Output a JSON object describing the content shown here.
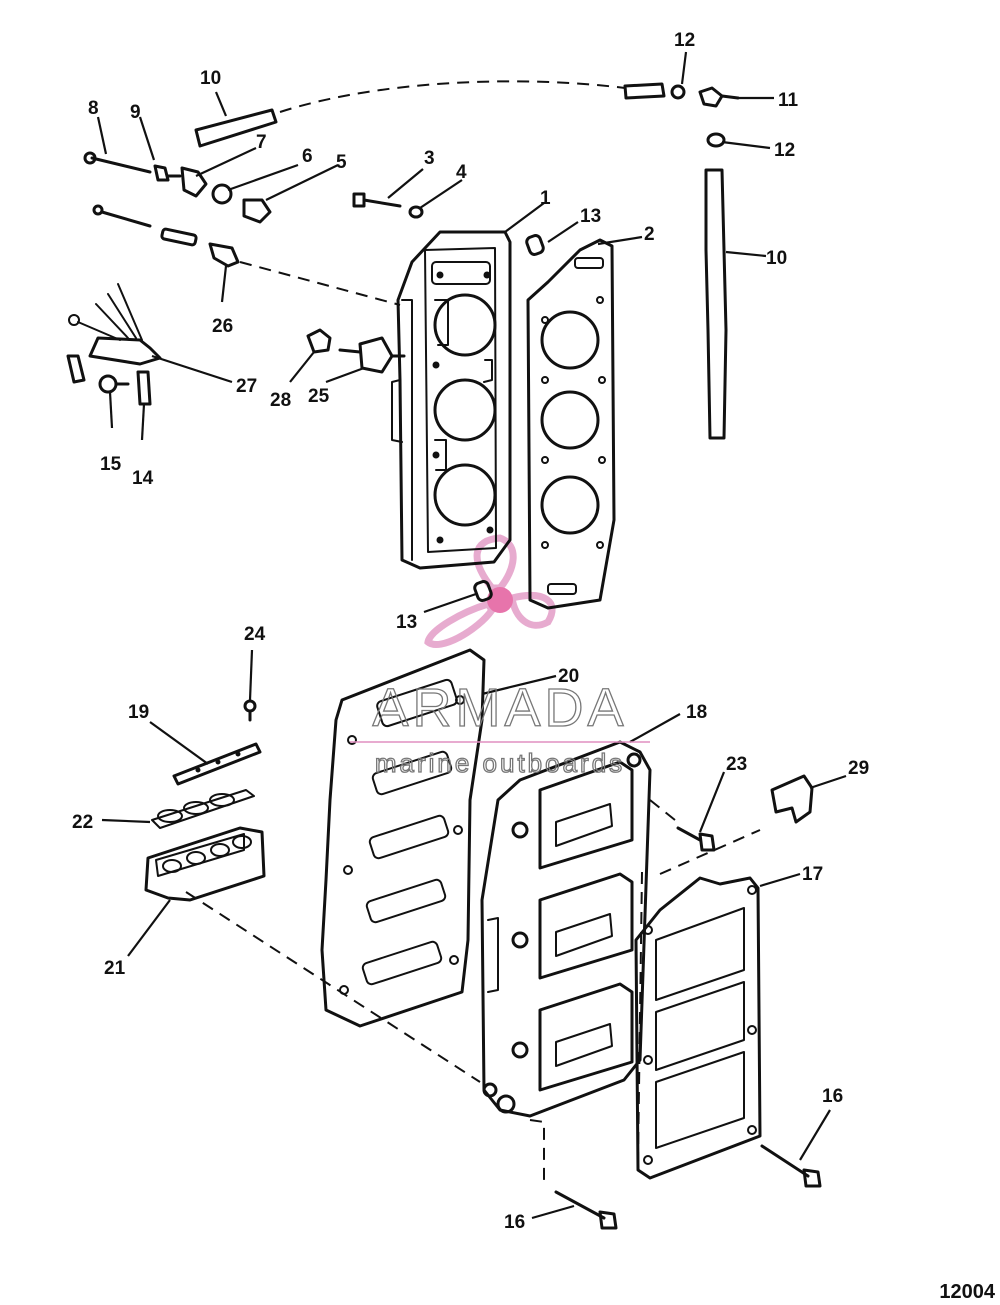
{
  "callouts": [
    {
      "id": "p1",
      "text": "1"
    },
    {
      "id": "p2",
      "text": "2"
    },
    {
      "id": "p3",
      "text": "3"
    },
    {
      "id": "p4",
      "text": "4"
    },
    {
      "id": "p5",
      "text": "5"
    },
    {
      "id": "p6",
      "text": "6"
    },
    {
      "id": "p7",
      "text": "7"
    },
    {
      "id": "p8",
      "text": "8"
    },
    {
      "id": "p9",
      "text": "9"
    },
    {
      "id": "p10a",
      "text": "10"
    },
    {
      "id": "p10b",
      "text": "10"
    },
    {
      "id": "p11",
      "text": "11"
    },
    {
      "id": "p12a",
      "text": "12"
    },
    {
      "id": "p12b",
      "text": "12"
    },
    {
      "id": "p13a",
      "text": "13"
    },
    {
      "id": "p13b",
      "text": "13"
    },
    {
      "id": "p14",
      "text": "14"
    },
    {
      "id": "p15",
      "text": "15"
    },
    {
      "id": "p16a",
      "text": "16"
    },
    {
      "id": "p16b",
      "text": "16"
    },
    {
      "id": "p17",
      "text": "17"
    },
    {
      "id": "p18",
      "text": "18"
    },
    {
      "id": "p19",
      "text": "19"
    },
    {
      "id": "p20",
      "text": "20"
    },
    {
      "id": "p21",
      "text": "21"
    },
    {
      "id": "p22",
      "text": "22"
    },
    {
      "id": "p23",
      "text": "23"
    },
    {
      "id": "p24",
      "text": "24"
    },
    {
      "id": "p25",
      "text": "25"
    },
    {
      "id": "p26",
      "text": "26"
    },
    {
      "id": "p27",
      "text": "27"
    },
    {
      "id": "p28",
      "text": "28"
    },
    {
      "id": "p29",
      "text": "29"
    }
  ],
  "watermark": {
    "brand": "ARMADA",
    "tagline": "marine outboards",
    "logo_color": "#e08fc0"
  },
  "document_number": "12004"
}
